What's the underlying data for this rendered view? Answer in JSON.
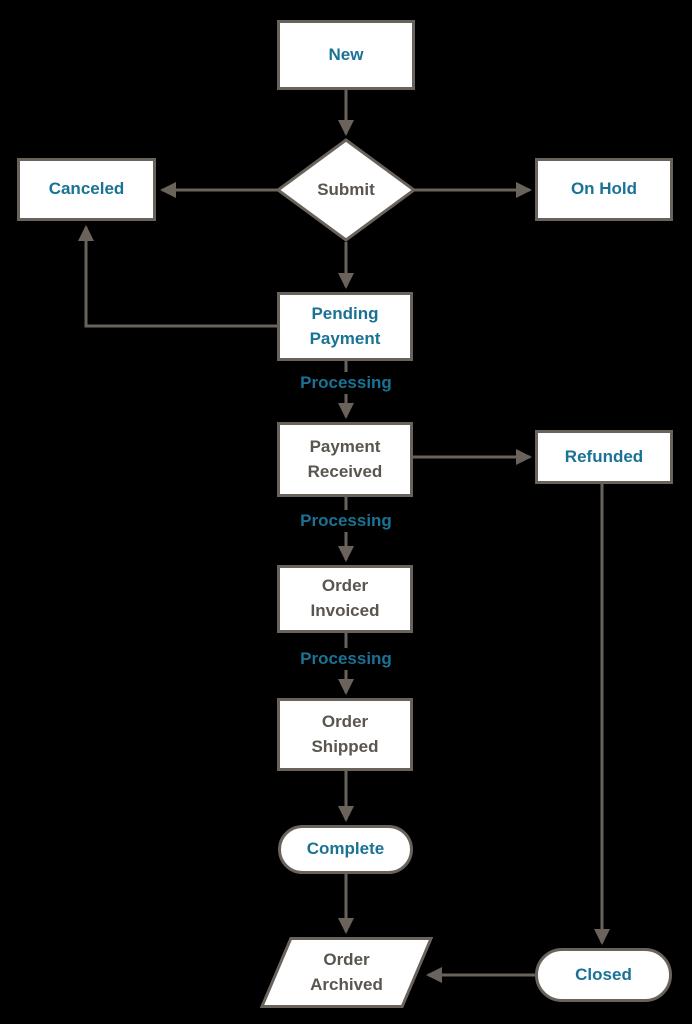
{
  "diagram": {
    "title": "Order status workflow flowchart",
    "colors": {
      "accent_blue": "#1a7295",
      "gray_text": "#5a554f",
      "shape_border": "#6a635c",
      "shape_fill": "#ffffff",
      "background": "#000000"
    },
    "nodes": {
      "new": {
        "label": "New",
        "shape": "rectangle"
      },
      "submit": {
        "label": "Submit",
        "shape": "diamond"
      },
      "canceled": {
        "label": "Canceled",
        "shape": "rectangle"
      },
      "on_hold": {
        "label": "On Hold",
        "shape": "rectangle"
      },
      "pending_payment": {
        "label": "Pending Payment",
        "shape": "rectangle"
      },
      "payment_received": {
        "label": "Payment Received",
        "shape": "rectangle"
      },
      "refunded": {
        "label": "Refunded",
        "shape": "rectangle"
      },
      "order_invoiced": {
        "label": "Order Invoiced",
        "shape": "rectangle"
      },
      "order_shipped": {
        "label": "Order Shipped",
        "shape": "rectangle"
      },
      "complete": {
        "label": "Complete",
        "shape": "stadium"
      },
      "closed": {
        "label": "Closed",
        "shape": "stadium"
      },
      "order_archived": {
        "label": "Order Archived",
        "shape": "parallelogram"
      }
    },
    "edge_labels": {
      "pending_to_received": "Processing",
      "received_to_invoiced": "Processing",
      "invoiced_to_shipped": "Processing"
    }
  }
}
